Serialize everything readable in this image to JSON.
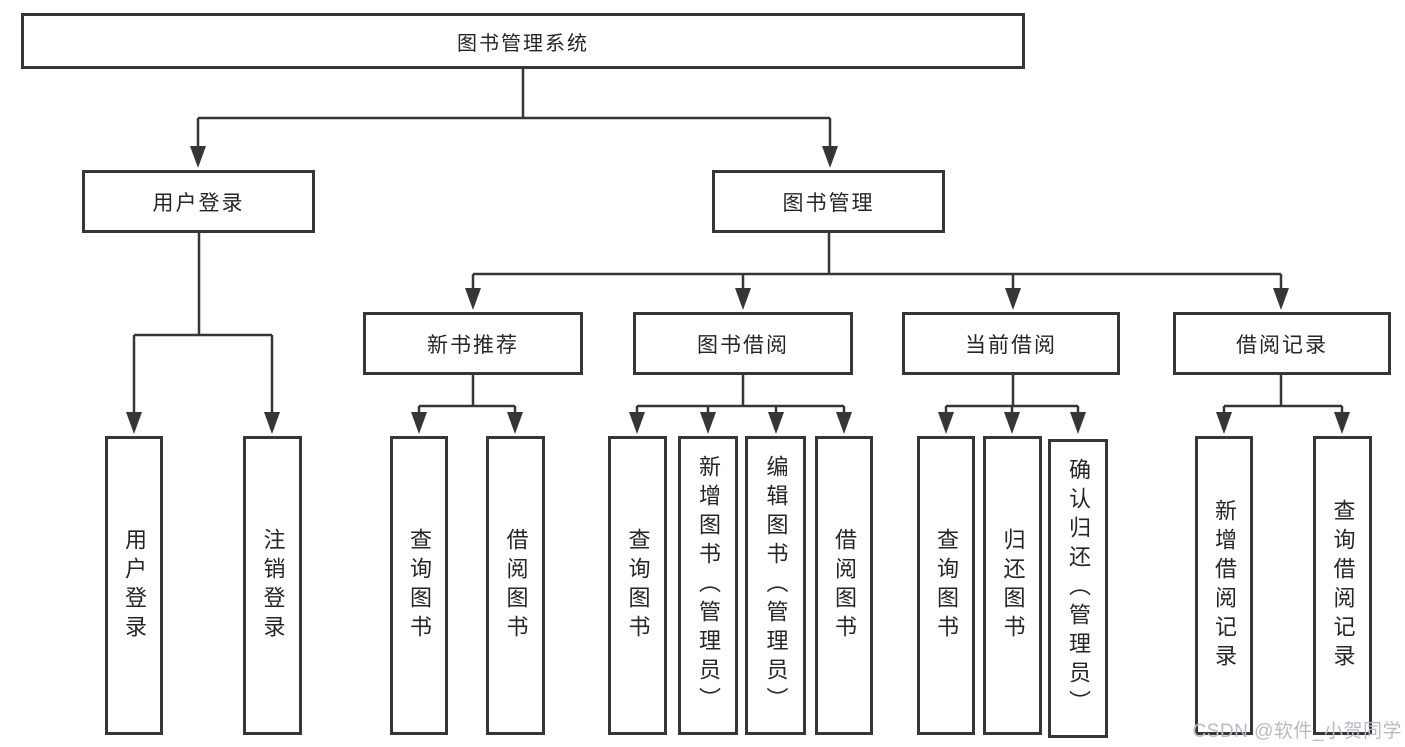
{
  "nodes": {
    "root": {
      "label": "图书管理系统"
    },
    "user_login": {
      "label": "用户登录"
    },
    "book_management": {
      "label": "图书管理"
    },
    "new_book_recommend": {
      "label": "新书推荐"
    },
    "book_borrow": {
      "label": "图书借阅"
    },
    "current_borrow": {
      "label": "当前借阅"
    },
    "borrow_records": {
      "label": "借阅记录"
    }
  },
  "leaves": {
    "user": [
      "用户登录",
      "注销登录"
    ],
    "recommend": [
      "查询图书",
      "借阅图书"
    ],
    "borrow": [
      "查询图书",
      "新增图书（管理员）",
      "编辑图书（管理员）",
      "借阅图书"
    ],
    "current": [
      "查询图书",
      "归还图书",
      "确认归还（管理员）"
    ],
    "records": [
      "新增借阅记录",
      "查询借阅记录"
    ]
  },
  "watermark": {
    "text": "CSDN @软件_小贺同学"
  },
  "colors": {
    "line": "#363636",
    "text": "#262626",
    "watermark": "#b7bcc4",
    "background": "#ffffff"
  }
}
